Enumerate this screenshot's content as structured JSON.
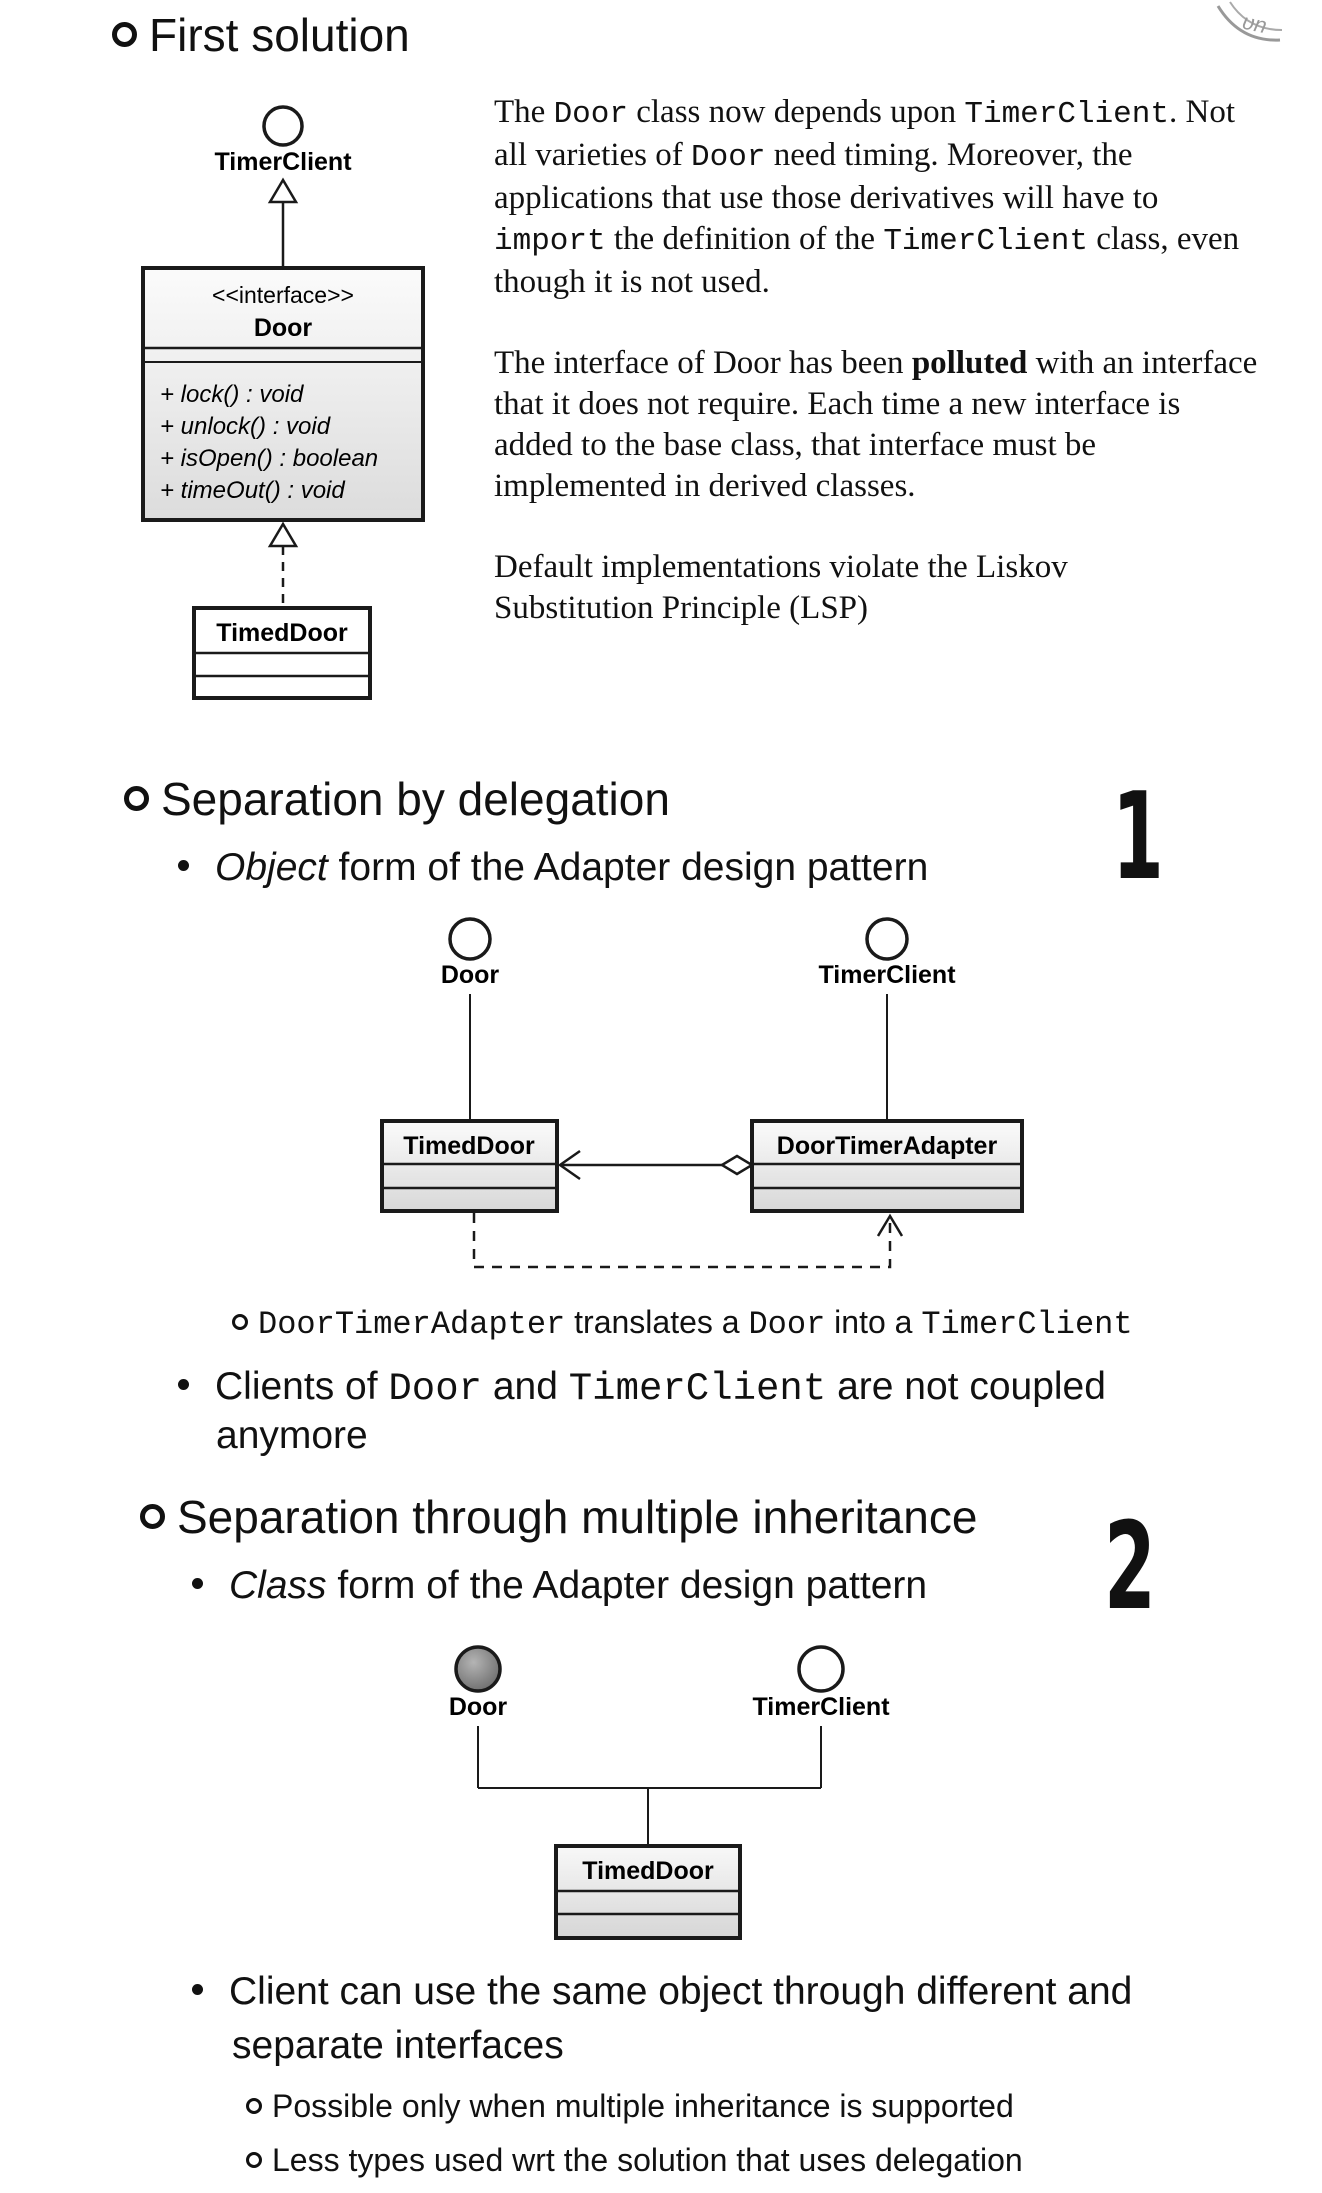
{
  "section1": {
    "heading": "First solution",
    "diagram": {
      "interface_name": "TimerClient",
      "class_stereotype": "<<interface>>",
      "class_name": "Door",
      "methods": [
        "+ lock() : void",
        "+ unlock() : void",
        "+ isOpen() : boolean",
        "+ timeOut() : void"
      ],
      "subclass_name": "TimedDoor"
    },
    "para1": {
      "t1": "The ",
      "c1": "Door",
      "t2": " class now depends upon ",
      "c2": "TimerClient",
      "t3": ". Not all varieties of ",
      "c3": "Door",
      "t4": " need timing. Moreover, the applications that use those derivatives will have to ",
      "c4": "import",
      "t5": " the definition of the ",
      "c5": "TimerClient",
      "t6": " class, even though it is not used."
    },
    "para2": {
      "t1": "The interface of Door has been ",
      "bold": "polluted",
      "t2": " with an interface that it does not require. Each time a new interface is added to the base class, that interface must be implemented in derived classes."
    },
    "para3": "Default implementations violate the Liskov Substitution Principle (LSP)"
  },
  "section2": {
    "heading": "Separation by delegation",
    "number": "1",
    "bullet_em": "Object",
    "bullet_rest": " form of the Adapter design pattern",
    "diagram": {
      "iface_left": "Door",
      "iface_right": "TimerClient",
      "class_left": "TimedDoor",
      "class_right": "DoorTimerAdapter"
    },
    "sub": {
      "c1": "DoorTimerAdapter",
      "t1": " translates a ",
      "c2": "Door",
      "t2": " into a ",
      "c3": "TimerClient"
    },
    "bullet2": {
      "t1": "Clients of ",
      "c1": "Door",
      "t2": " and ",
      "c2": "TimerClient",
      "t3": " are not coupled",
      "line2": "anymore"
    }
  },
  "section3": {
    "heading": "Separation through multiple inheritance",
    "number": "2",
    "bullet_em": "Class",
    "bullet_rest": " form of the Adapter design pattern",
    "diagram": {
      "iface_left": "Door",
      "iface_right": "TimerClient",
      "class_name": "TimedDoor"
    },
    "bullet2": {
      "line1": "Client can use the same object through different and",
      "line2": "separate interfaces"
    },
    "sub1": "Possible only when multiple inheritance is supported",
    "sub2": "Less types used wrt the solution that uses delegation"
  },
  "colors": {
    "box_fill": "#ececec",
    "box_stroke": "#1a1a1a",
    "text": "#111111",
    "grey_circle": "#8a8a8a"
  }
}
